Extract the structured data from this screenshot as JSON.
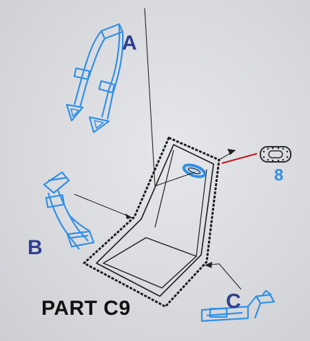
{
  "diagram": {
    "title": "PART C9",
    "labels": {
      "a": "A",
      "b": "B",
      "c": "C",
      "part_number": "8"
    },
    "colors": {
      "part_blue": "#2f8fe6",
      "label_navy": "#2c3f8f",
      "lead_line": "#222222",
      "red_line": "#c0161d",
      "seat_outline": "#1a1a1a"
    }
  }
}
